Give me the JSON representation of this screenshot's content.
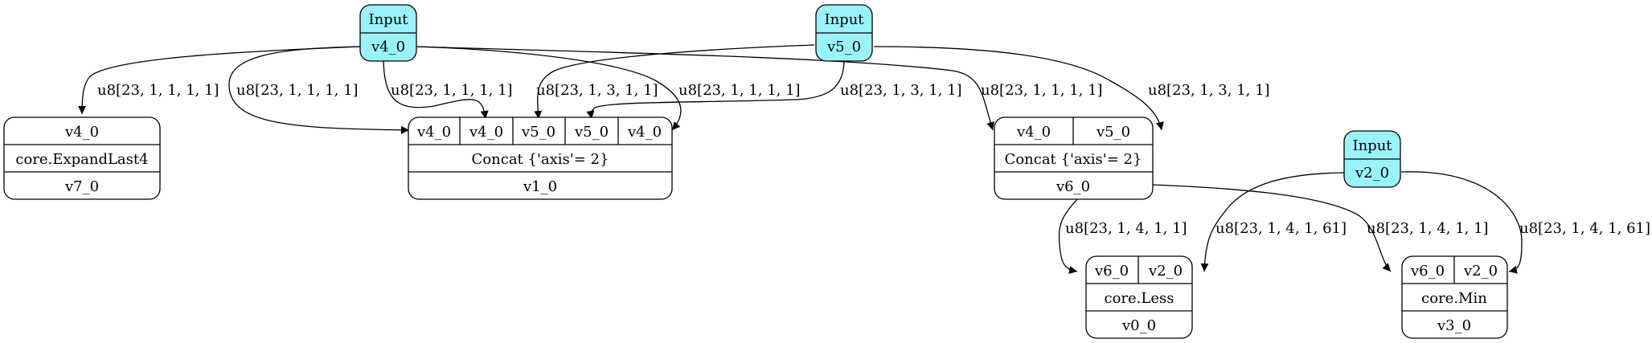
{
  "nodes": {
    "input_v4": {
      "title": "Input",
      "output": "v4_0"
    },
    "input_v5": {
      "title": "Input",
      "output": "v5_0"
    },
    "input_v2": {
      "title": "Input",
      "output": "v2_0"
    },
    "expand": {
      "inputs": [
        "v4_0"
      ],
      "op": "core.ExpandLast4",
      "output": "v7_0"
    },
    "concat1": {
      "inputs": [
        "v4_0",
        "v4_0",
        "v5_0",
        "v5_0",
        "v4_0"
      ],
      "op": "Concat {'axis'= 2}",
      "output": "v1_0"
    },
    "concat2": {
      "inputs": [
        "v4_0",
        "v5_0"
      ],
      "op": "Concat {'axis'= 2}",
      "output": "v6_0"
    },
    "less": {
      "inputs": [
        "v6_0",
        "v2_0"
      ],
      "op": "core.Less",
      "output": "v0_0"
    },
    "min": {
      "inputs": [
        "v6_0",
        "v2_0"
      ],
      "op": "core.Min",
      "output": "v3_0"
    }
  },
  "edges": {
    "v4_to_expand": "u8[23, 1, 1, 1, 1]",
    "v4_to_concat1_a": "u8[23, 1, 1, 1, 1]",
    "v4_to_concat1_b": "u8[23, 1, 1, 1, 1]",
    "v4_to_concat1_e": "u8[23, 1, 1, 1, 1]",
    "v4_to_concat2": "u8[23, 1, 1, 1, 1]",
    "v5_to_concat1_c": "u8[23, 1, 3, 1, 1]",
    "v5_to_concat1_d": "u8[23, 1, 3, 1, 1]",
    "v5_to_concat2": "u8[23, 1, 3, 1, 1]",
    "v6_to_less": "u8[23, 1, 4, 1, 1]",
    "v2_to_less": "u8[23, 1, 4, 1, 61]",
    "v6_to_min": "u8[23, 1, 4, 1, 1]",
    "v2_to_min": "u8[23, 1, 4, 1, 61]"
  }
}
